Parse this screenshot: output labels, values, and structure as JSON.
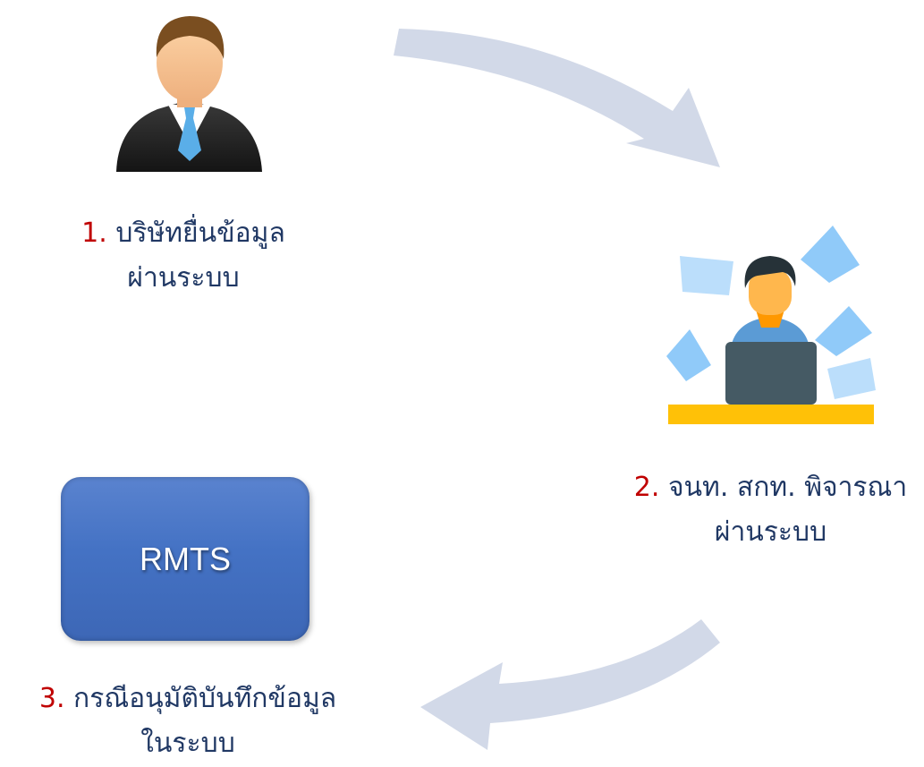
{
  "colors": {
    "arrow": "#d2d9e8",
    "label_text": "#203864",
    "step_number": "#c00000",
    "box_fill": "#4472c4",
    "desk": "#ffc107",
    "laptop": "#455a64",
    "paper": "#90caf9"
  },
  "icons": {
    "businessman": "businessman-icon",
    "officer": "officer-at-laptop-icon",
    "arrow_top": "curved-arrow-right-down-icon",
    "arrow_bottom": "curved-arrow-left-down-icon"
  },
  "steps": [
    {
      "number": "1.",
      "line1": "บริษัทยื่นข้อมูล",
      "line2": "ผ่านระบบ"
    },
    {
      "number": "2.",
      "line1": "จนท. สกท. พิจารณา",
      "line2": "ผ่านระบบ"
    },
    {
      "number": "3.",
      "line1": "กรณีอนุมัติบันทึกข้อมูล",
      "line2": "ในระบบ"
    }
  ],
  "system_box": {
    "label": "RMTS"
  }
}
